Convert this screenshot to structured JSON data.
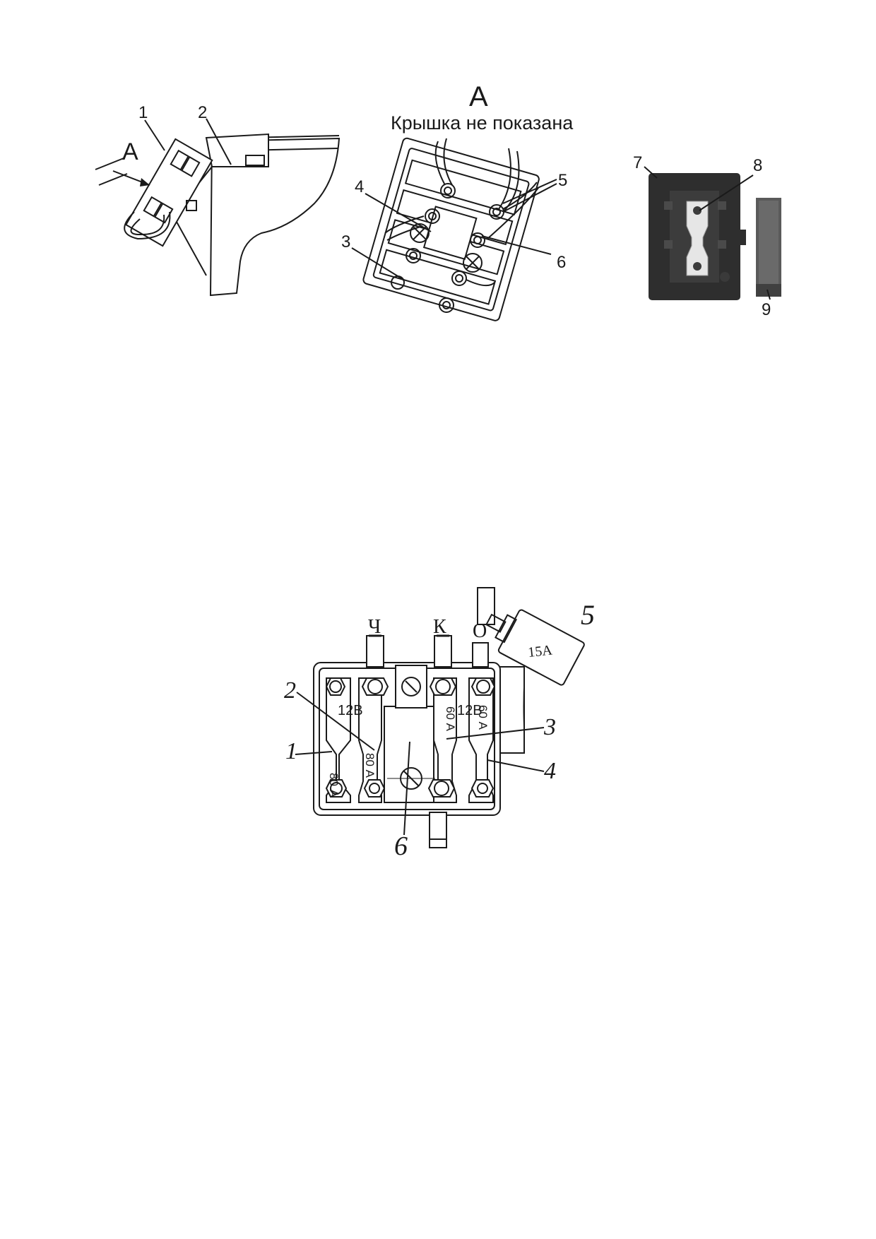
{
  "figure1": {
    "left": {
      "labels": [
        "1",
        "2"
      ],
      "view_arrow_label": "А"
    },
    "middle": {
      "view_title": "А",
      "view_subtitle": "Крышка  не показана",
      "labels": [
        "4",
        "3",
        "5",
        "6"
      ]
    },
    "right": {
      "labels": [
        "7",
        "8",
        "9"
      ]
    }
  },
  "figure2": {
    "wire_labels": [
      "Ч",
      "К",
      "О"
    ],
    "ratings": {
      "a80_1": "80 А",
      "a80_2": "80 А",
      "v12_1": "12В",
      "a60_1": "60 А",
      "v12_2": "12В",
      "a60_2": "60 А"
    },
    "fuse5_rating": "15А",
    "labels": [
      "1",
      "2",
      "3",
      "4",
      "5",
      "6"
    ]
  },
  "colors": {
    "ink": "#1a1a1a",
    "photo_dark": "#2e2e2e",
    "photo_mid": "#5a5a5a",
    "insert_light": "#e6e6e6"
  }
}
